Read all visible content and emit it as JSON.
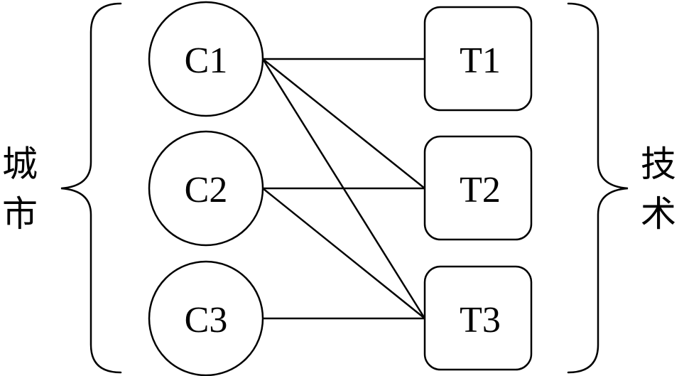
{
  "groups": {
    "left_label_chars": [
      "城",
      "市"
    ],
    "right_label_chars": [
      "技",
      "术"
    ]
  },
  "cities": [
    {
      "id": "C1",
      "label": "C1"
    },
    {
      "id": "C2",
      "label": "C2"
    },
    {
      "id": "C3",
      "label": "C3"
    }
  ],
  "technologies": [
    {
      "id": "T1",
      "label": "T1"
    },
    {
      "id": "T2",
      "label": "T2"
    },
    {
      "id": "T3",
      "label": "T3"
    }
  ],
  "connections": [
    {
      "from": "C1",
      "to": "T1"
    },
    {
      "from": "C1",
      "to": "T2"
    },
    {
      "from": "C1",
      "to": "T3"
    },
    {
      "from": "C2",
      "to": "T2"
    },
    {
      "from": "C2",
      "to": "T3"
    },
    {
      "from": "C3",
      "to": "T3"
    }
  ],
  "colors": {
    "stroke": "#000000",
    "fill": "#ffffff"
  }
}
